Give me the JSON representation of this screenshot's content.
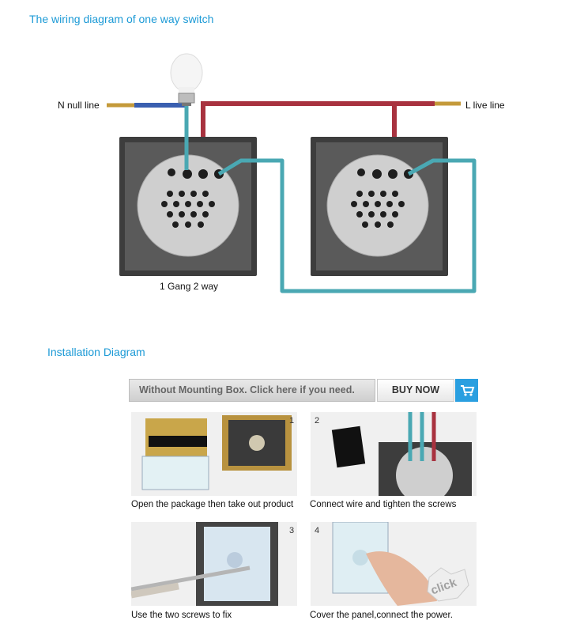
{
  "wiring": {
    "title": "The wiring diagram of one way switch",
    "n_label": "N null line",
    "l_label": "L live line",
    "gang_label": "1 Gang 2 way"
  },
  "installation": {
    "title": "Installation Diagram",
    "banner_text": "Without Mounting Box. Click here if you need.",
    "buy_label": "BUY NOW",
    "cart_icon": "shopping-cart-icon",
    "steps": [
      {
        "num": "1",
        "caption": "Open the package then take out product"
      },
      {
        "num": "2",
        "caption": "Connect wire and tighten the screws"
      },
      {
        "num": "3",
        "caption": "Use the two screws to fix"
      },
      {
        "num": "4",
        "caption": "Cover the panel,connect the power."
      }
    ],
    "click_stamp": "click"
  },
  "colors": {
    "accent": "#1c9ad6",
    "live_wire": "#a8323f",
    "neutral_wire": "#3a5fb0",
    "switch_wire": "#4aa8b3"
  }
}
